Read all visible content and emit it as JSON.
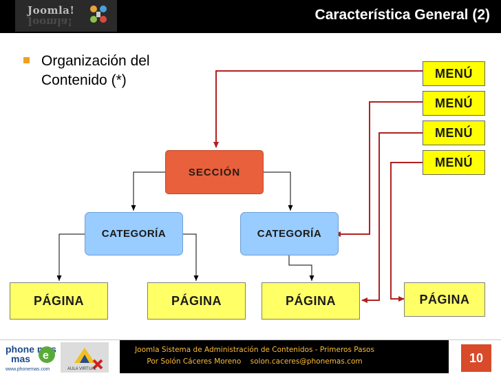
{
  "header": {
    "logo_text": "Joomla!",
    "title": "Característica General (2)"
  },
  "bullet": {
    "text": "Organización del\nContenido (*)"
  },
  "diagram": {
    "menus": [
      "MENÚ",
      "MENÚ",
      "MENÚ",
      "MENÚ"
    ],
    "seccion": "SECCIÓN",
    "categorias": [
      "CATEGORÍA",
      "CATEGORÍA"
    ],
    "paginas": [
      "PÁGINA",
      "PÁGINA",
      "PÁGINA",
      "PÁGINA"
    ]
  },
  "footer": {
    "line1": "Joomla Sistema de Administración de Contenidos - Primeros Pasos",
    "line2": "Por Solón Cáceres Moreno    solon.caceres@phonemas.com",
    "page_number": "10",
    "logo_phonemas": "phone mas",
    "logo_phonemas_url": "www.phonemas.com",
    "logo_aula": "AULA VIRTUAL"
  },
  "colors": {
    "arrow": "#b02020",
    "menu_fill": "#ffff00",
    "seccion_fill": "#e8603c",
    "categoria_fill": "#99ccff",
    "pagina_fill": "#ffff66",
    "page_badge": "#d84a2a",
    "footer_text": "#ffbd3a"
  }
}
